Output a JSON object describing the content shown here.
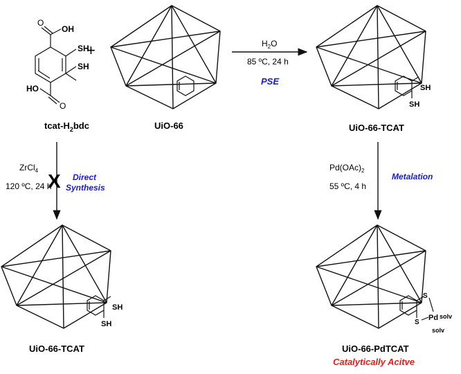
{
  "reactant_molecule": {
    "label": "tcat-H2bdc",
    "label_sub": "2",
    "label_main_a": "tcat-H",
    "label_main_b": "bdc",
    "groups": {
      "cooh_top": "OH",
      "cooh_bottom": "HO",
      "sh1": "SH",
      "sh2": "SH",
      "o1": "O",
      "o2": "O"
    }
  },
  "plus_sign": "+",
  "uio66": {
    "label": "UiO-66"
  },
  "pse_step": {
    "reagent_a": "H",
    "reagent_sub": "2",
    "reagent_b": "O",
    "conditions": "85 ºC, 24 h",
    "name": "PSE"
  },
  "product_top": {
    "label": "UiO-66-TCAT",
    "sh1": "SH",
    "sh2": "SH"
  },
  "direct_synthesis": {
    "reagent_a": "ZrCl",
    "reagent_sub": "4",
    "conditions": "120 ºC, 24 h",
    "name_line1": "Direct",
    "name_line2": "Synthesis",
    "blocked_mark": "X"
  },
  "metalation_step": {
    "reagent_a": "Pd(OAc)",
    "reagent_sub": "2",
    "conditions": "55 ºC, 4 h",
    "name": "Metalation"
  },
  "product_bottom_left": {
    "label": "UiO-66-TCAT",
    "sh1": "SH",
    "sh2": "SH"
  },
  "product_bottom_right": {
    "label": "UiO-66-PdTCAT",
    "note": "Catalytically Acitve",
    "s1": "S",
    "s2": "S",
    "pd": "Pd",
    "solv1": "solv",
    "solv2": "solv"
  }
}
